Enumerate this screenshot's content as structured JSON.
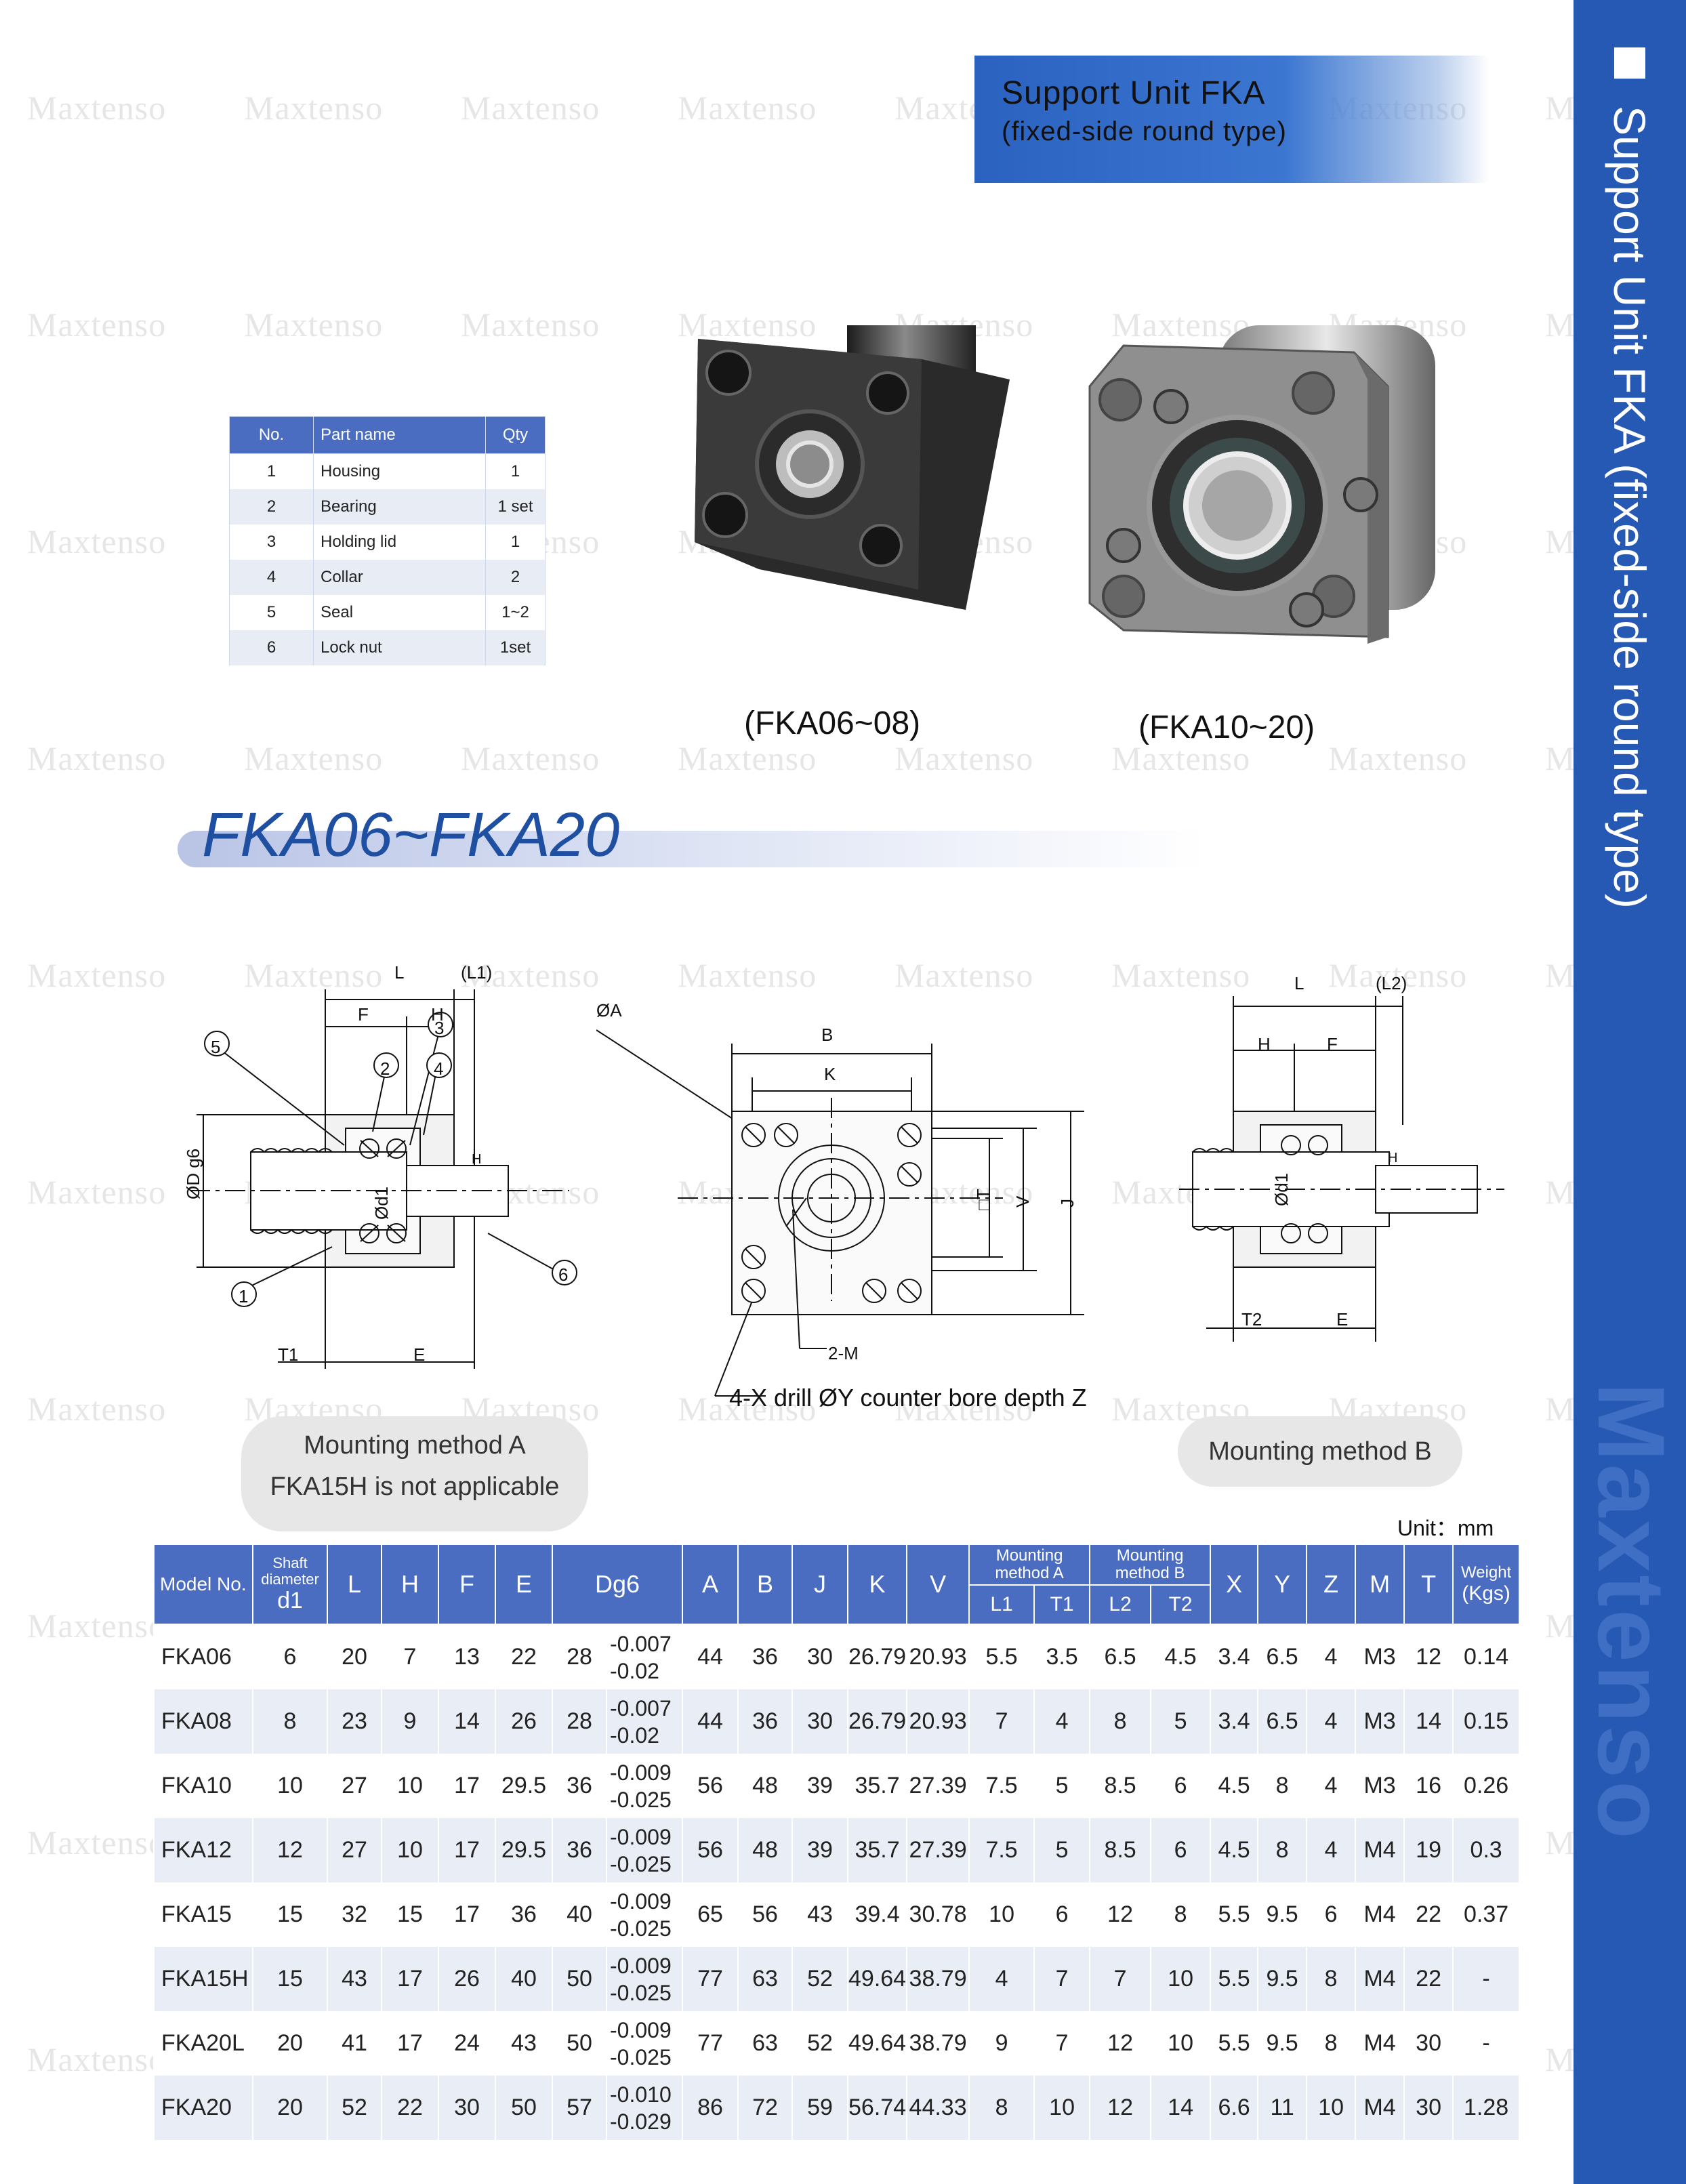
{
  "brand": "Maxtenso",
  "side": {
    "title": "Support Unit FKA  (fixed-side round type)"
  },
  "header": {
    "title": "Support Unit FKA",
    "subtitle": "(fixed-side round type)"
  },
  "parts_table": {
    "headers": [
      "No.",
      "Part name",
      "Qty"
    ],
    "rows": [
      [
        "1",
        "Housing",
        "1"
      ],
      [
        "2",
        "Bearing",
        "1 set"
      ],
      [
        "3",
        "Holding lid",
        "1"
      ],
      [
        "4",
        "Collar",
        "2"
      ],
      [
        "5",
        "Seal",
        "1~2"
      ],
      [
        "6",
        "Lock nut",
        "1set"
      ]
    ]
  },
  "products": [
    {
      "label": "(FKA06~08)"
    },
    {
      "label": "(FKA10~20)"
    }
  ],
  "section_title": "FKA06~FKA20",
  "drawing": {
    "left": {
      "L": "L",
      "L1": "(L1)",
      "F": "F",
      "H": "H",
      "D": "ØD g6",
      "d1": "Ød1",
      "T1": "T1",
      "E": "E",
      "callouts": [
        "1",
        "2",
        "3",
        "4",
        "5",
        "6"
      ],
      "Hsmall": "H"
    },
    "center": {
      "A": "ØA",
      "B": "B",
      "K": "K",
      "T": "□T",
      "V": "V",
      "J": "J",
      "M": "2-M",
      "note": "4-X drill ØY counter bore depth Z"
    },
    "right": {
      "L": "L",
      "L2": "(L2)",
      "H": "H",
      "F": "F",
      "d1": "Ød1",
      "T2": "T2",
      "E": "E",
      "Hsmall": "H"
    },
    "method_a": "Mounting method A",
    "method_a_note": "FKA15H is not applicable",
    "method_b": "Mounting method B"
  },
  "unit": "Unit：mm",
  "spec_table": {
    "headers": {
      "model": "Model No.",
      "shaft_top": "Shaft diameter",
      "shaft_sub": "d1",
      "L": "L",
      "H": "H",
      "F": "F",
      "E": "E",
      "Dg6": "Dg6",
      "A": "A",
      "B": "B",
      "J": "J",
      "K": "K",
      "V": "V",
      "method_a": "Mounting method A",
      "L1": "L1",
      "T1": "T1",
      "method_b": "Mounting method B",
      "L2": "L2",
      "T2": "T2",
      "X": "X",
      "Y": "Y",
      "Z": "Z",
      "M": "M",
      "T": "T",
      "weight": "Weight",
      "weight_unit": "(Kgs)"
    },
    "rows": [
      {
        "model": "FKA06",
        "d1": "6",
        "L": "20",
        "H": "7",
        "F": "13",
        "E": "22",
        "D": "28",
        "tol_u": "-0.007",
        "tol_l": "-0.02",
        "A": "44",
        "B": "36",
        "J": "30",
        "K": "26.79",
        "V": "20.93",
        "L1": "5.5",
        "T1": "3.5",
        "L2": "6.5",
        "T2": "4.5",
        "X": "3.4",
        "Y": "6.5",
        "Z": "4",
        "M": "M3",
        "T": "12",
        "W": "0.14"
      },
      {
        "model": "FKA08",
        "d1": "8",
        "L": "23",
        "H": "9",
        "F": "14",
        "E": "26",
        "D": "28",
        "tol_u": "-0.007",
        "tol_l": "-0.02",
        "A": "44",
        "B": "36",
        "J": "30",
        "K": "26.79",
        "V": "20.93",
        "L1": "7",
        "T1": "4",
        "L2": "8",
        "T2": "5",
        "X": "3.4",
        "Y": "6.5",
        "Z": "4",
        "M": "M3",
        "T": "14",
        "W": "0.15"
      },
      {
        "model": "FKA10",
        "d1": "10",
        "L": "27",
        "H": "10",
        "F": "17",
        "E": "29.5",
        "D": "36",
        "tol_u": "-0.009",
        "tol_l": "-0.025",
        "A": "56",
        "B": "48",
        "J": "39",
        "K": "35.7",
        "V": "27.39",
        "L1": "7.5",
        "T1": "5",
        "L2": "8.5",
        "T2": "6",
        "X": "4.5",
        "Y": "8",
        "Z": "4",
        "M": "M3",
        "T": "16",
        "W": "0.26"
      },
      {
        "model": "FKA12",
        "d1": "12",
        "L": "27",
        "H": "10",
        "F": "17",
        "E": "29.5",
        "D": "36",
        "tol_u": "-0.009",
        "tol_l": "-0.025",
        "A": "56",
        "B": "48",
        "J": "39",
        "K": "35.7",
        "V": "27.39",
        "L1": "7.5",
        "T1": "5",
        "L2": "8.5",
        "T2": "6",
        "X": "4.5",
        "Y": "8",
        "Z": "4",
        "M": "M4",
        "T": "19",
        "W": "0.3"
      },
      {
        "model": "FKA15",
        "d1": "15",
        "L": "32",
        "H": "15",
        "F": "17",
        "E": "36",
        "D": "40",
        "tol_u": "-0.009",
        "tol_l": "-0.025",
        "A": "65",
        "B": "56",
        "J": "43",
        "K": "39.4",
        "V": "30.78",
        "L1": "10",
        "T1": "6",
        "L2": "12",
        "T2": "8",
        "X": "5.5",
        "Y": "9.5",
        "Z": "6",
        "M": "M4",
        "T": "22",
        "W": "0.37"
      },
      {
        "model": "FKA15H",
        "d1": "15",
        "L": "43",
        "H": "17",
        "F": "26",
        "E": "40",
        "D": "50",
        "tol_u": "-0.009",
        "tol_l": "-0.025",
        "A": "77",
        "B": "63",
        "J": "52",
        "K": "49.64",
        "V": "38.79",
        "L1": "4",
        "T1": "7",
        "L2": "7",
        "T2": "10",
        "X": "5.5",
        "Y": "9.5",
        "Z": "8",
        "M": "M4",
        "T": "22",
        "W": "-"
      },
      {
        "model": "FKA20L",
        "d1": "20",
        "L": "41",
        "H": "17",
        "F": "24",
        "E": "43",
        "D": "50",
        "tol_u": "-0.009",
        "tol_l": "-0.025",
        "A": "77",
        "B": "63",
        "J": "52",
        "K": "49.64",
        "V": "38.79",
        "L1": "9",
        "T1": "7",
        "L2": "12",
        "T2": "10",
        "X": "5.5",
        "Y": "9.5",
        "Z": "8",
        "M": "M4",
        "T": "30",
        "W": "-"
      },
      {
        "model": "FKA20",
        "d1": "20",
        "L": "52",
        "H": "22",
        "F": "30",
        "E": "50",
        "D": "57",
        "tol_u": "-0.010",
        "tol_l": "-0.029",
        "A": "86",
        "B": "72",
        "J": "59",
        "K": "56.74",
        "V": "44.33",
        "L1": "8",
        "T1": "10",
        "L2": "12",
        "T2": "14",
        "X": "6.6",
        "Y": "11",
        "Z": "10",
        "M": "M4",
        "T": "30",
        "W": "1.28"
      }
    ]
  },
  "colors": {
    "banner": "#2659b3",
    "table_header": "#4a6dc2",
    "row_alt": "#e9edf6",
    "title": "#1f4fa0"
  }
}
